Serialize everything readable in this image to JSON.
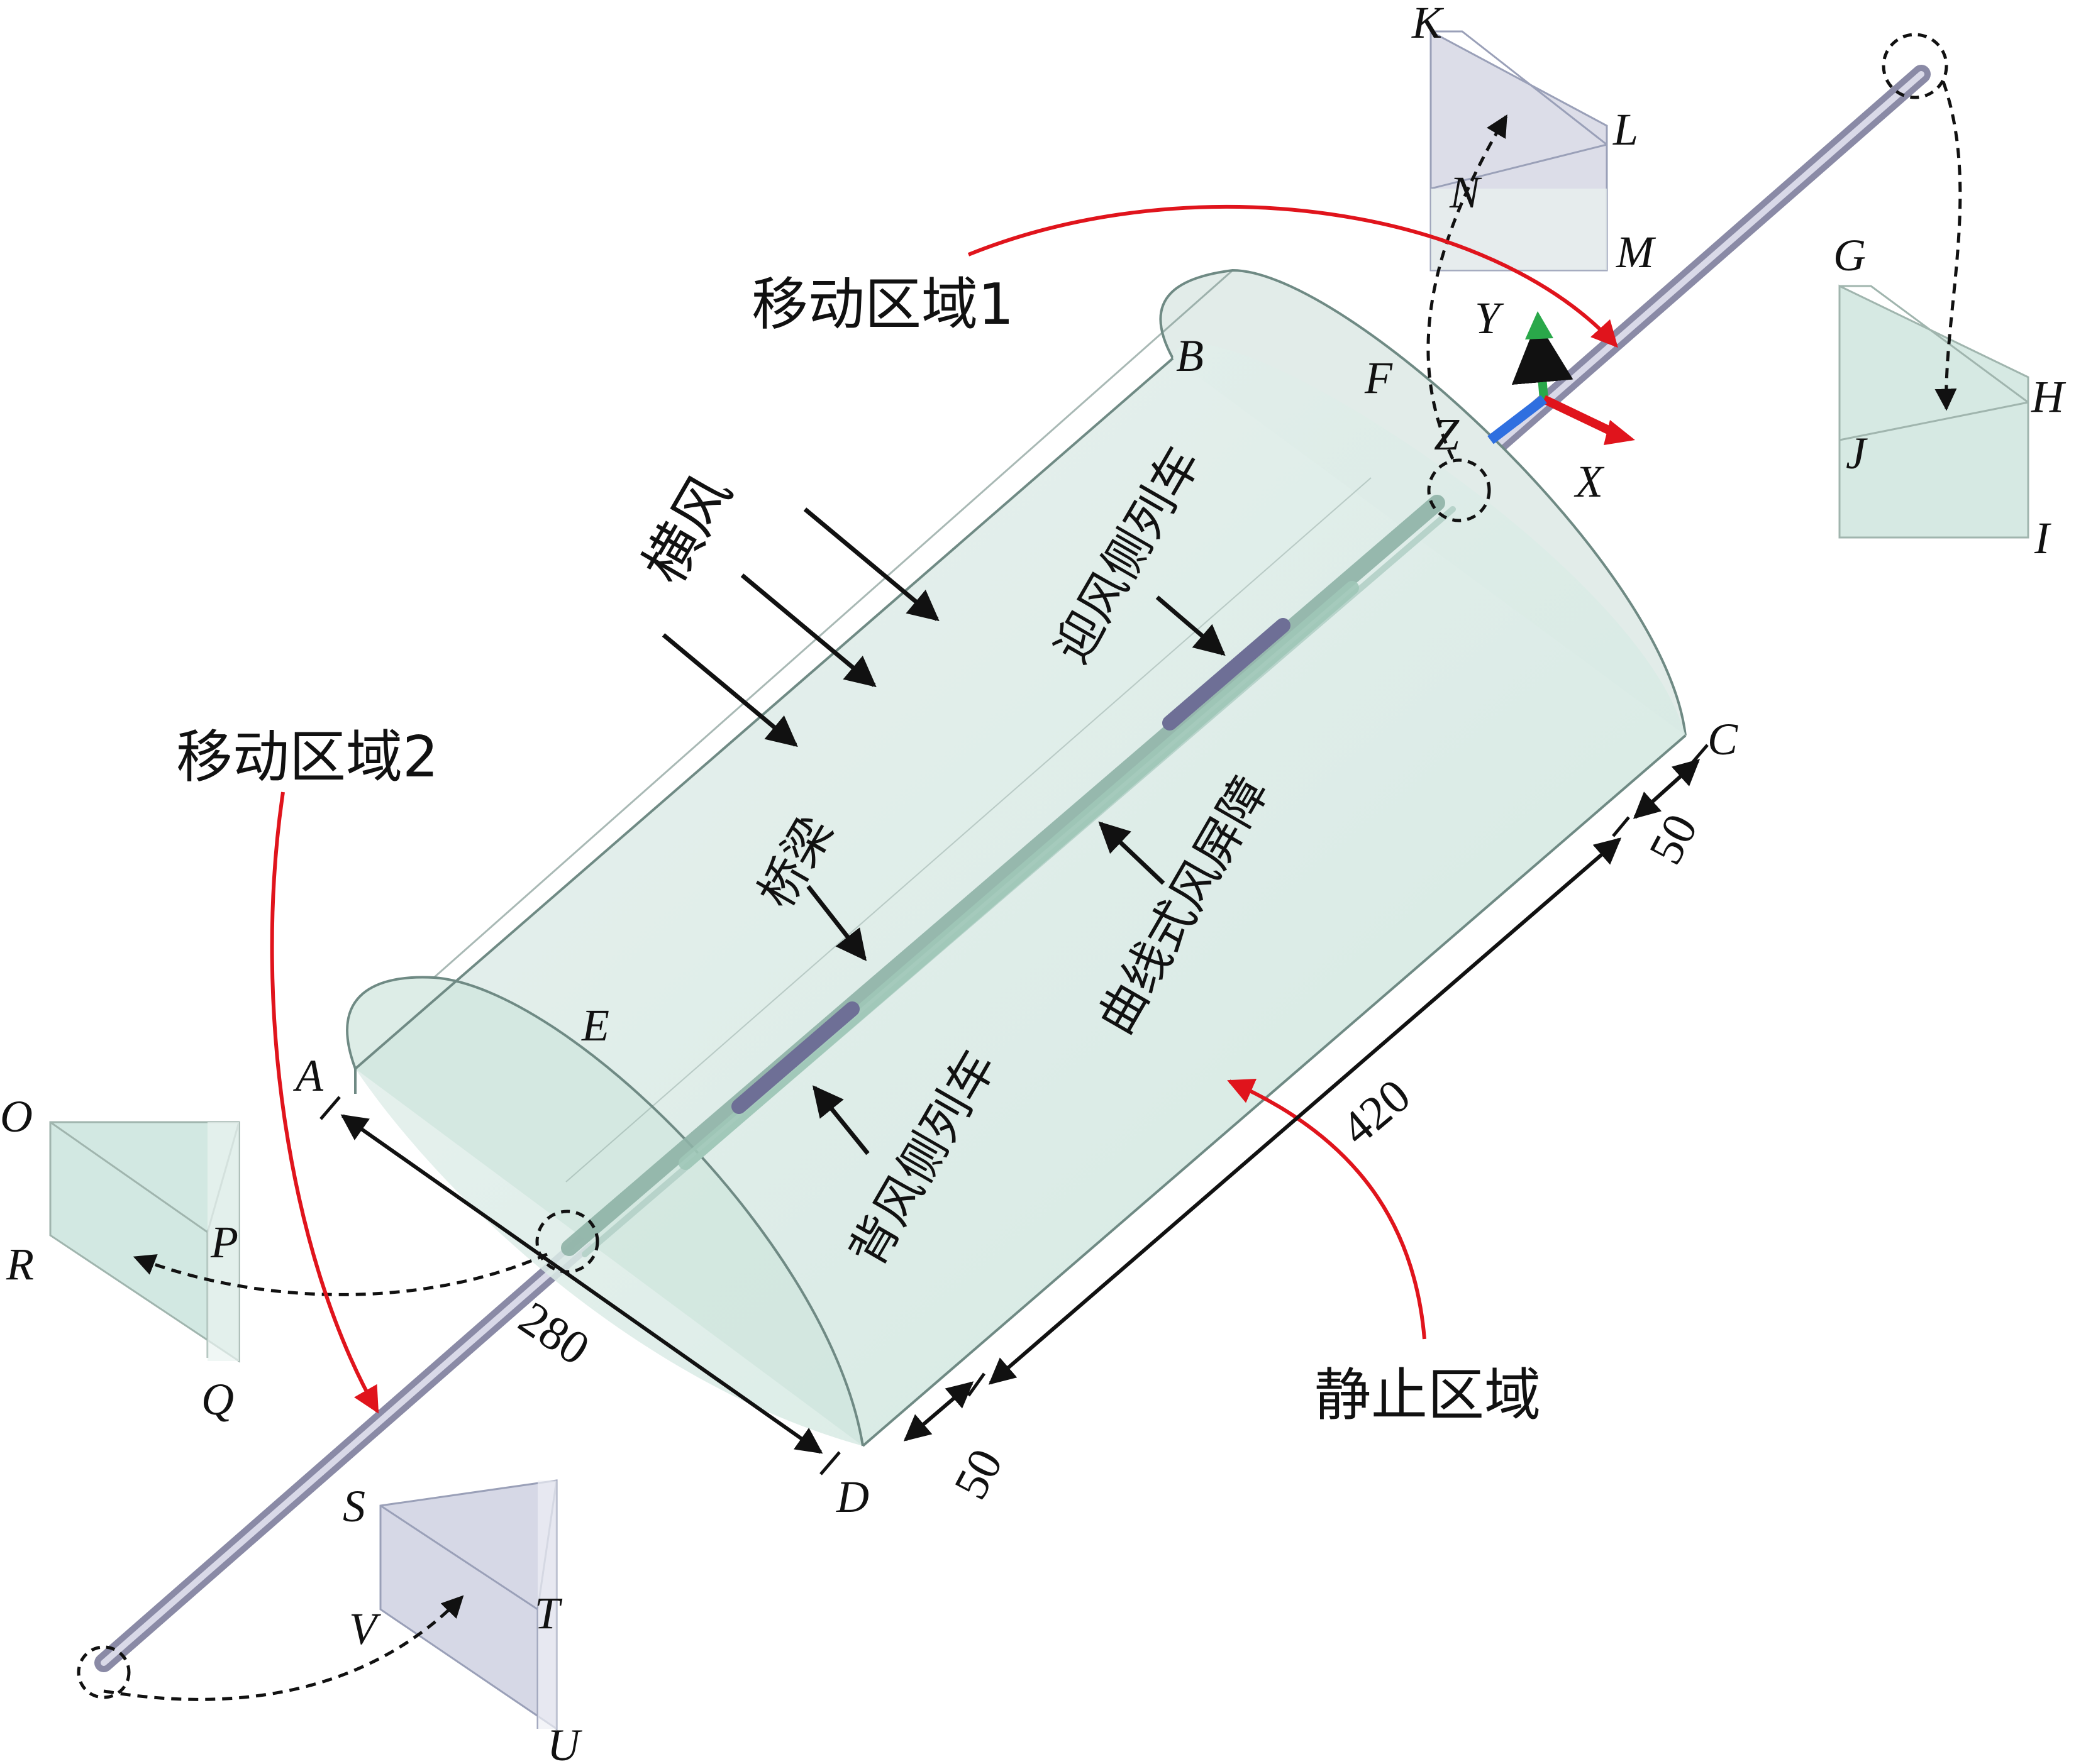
{
  "labels": {
    "zone_moving_1": "移动区域1",
    "zone_moving_2": "移动区域2",
    "zone_static": "静止区域",
    "crosswind": "横风",
    "windward_train": "迎风侧列车",
    "leeward_train": "背风侧列车",
    "bridge": "桥梁",
    "barrier": "曲线式风屏障"
  },
  "points": {
    "A": "A",
    "B": "B",
    "C": "C",
    "D": "D",
    "E": "E",
    "F": "F",
    "G": "G",
    "H": "H",
    "I": "I",
    "J": "J",
    "K": "K",
    "L": "L",
    "M": "M",
    "N": "N",
    "O": "O",
    "P": "P",
    "Q": "Q",
    "R": "R",
    "S": "S",
    "T": "T",
    "U": "U",
    "V": "V"
  },
  "axes": {
    "x": "X",
    "y": "Y",
    "z": "Z"
  },
  "dimensions": {
    "width": "280",
    "length": "420",
    "gap_front": "50",
    "gap_back": "50"
  },
  "colors": {
    "domain_fill": "#d4e9e3",
    "domain_stroke": "#6f8a84",
    "box_fill": "#dcdde8",
    "box_fill_2": "#d2e8e2",
    "rail": "#9a9ab4",
    "red_arrow": "#e0141c",
    "axis_x": "#e0141c",
    "axis_y": "#2aa84a",
    "axis_z": "#2f6fe0"
  }
}
